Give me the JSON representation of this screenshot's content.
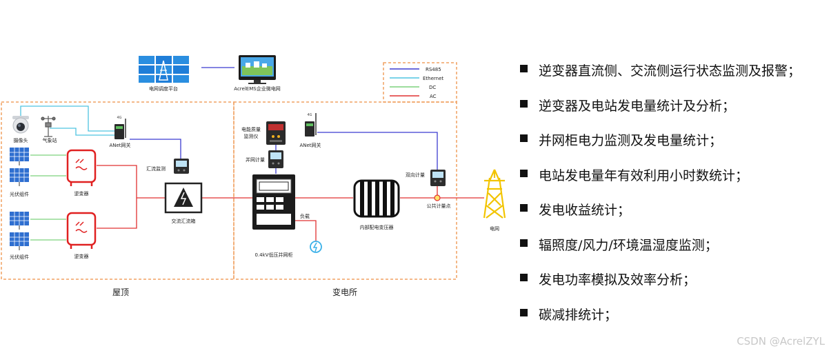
{
  "colors": {
    "rs485": "#3b3bd0",
    "ethernet": "#4ec3e0",
    "dc": "#7cd27c",
    "ac": "#e03030",
    "region_border": "#f0a060"
  },
  "diagram": {
    "top": {
      "grid_dispatch": "电网调度平台",
      "ems": "AcrelEMS企业微电网"
    },
    "legend": {
      "rs485": "RS485",
      "ethernet": "Ethernet",
      "dc": "DC",
      "ac": "AC"
    },
    "rooftop": {
      "camera": "摄像头",
      "weather": "气象站",
      "gateway": "ANet网关",
      "pv1": "光伏组件",
      "pv2": "光伏组件",
      "inv1": "逆变器",
      "inv2": "逆变器",
      "combiner_monitor": "汇流监测",
      "ac_combiner": "交流汇流箱"
    },
    "substation": {
      "pq_meter_line1": "电能质量",
      "pq_meter_line2": "监测仪",
      "gateway": "ANet网关",
      "grid_meter": "并网计量",
      "cabinet": "0.4kV低压并网柜",
      "load": "负载",
      "transformer": "内部配电变压器",
      "bidir_meter": "双向计量",
      "pcc": "公共计量点"
    },
    "grid": "电网",
    "regions": {
      "rooftop": "屋顶",
      "substation": "变电所"
    }
  },
  "features": [
    "逆变器直流侧、交流侧运行状态监测及报警；",
    "逆变器及电站发电量统计及分析；",
    "并网柜电力监测及发电量统计；",
    "电站发电量年有效利用小时数统计；",
    "发电收益统计；",
    "辐照度/风力/环境温湿度监测；",
    "发电功率模拟及效率分析；",
    "碳减排统计；"
  ],
  "watermark": "CSDN @AcrelZYL"
}
